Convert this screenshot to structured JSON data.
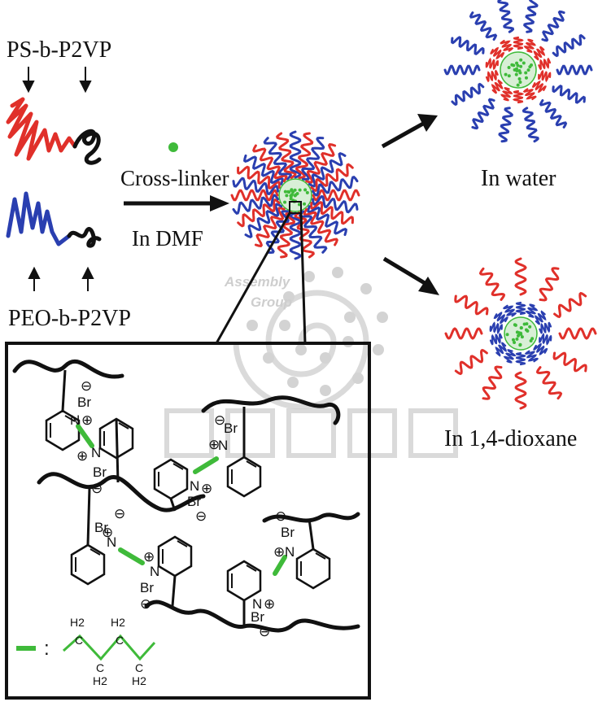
{
  "labels": {
    "ps_p2vp": "PS-b-P2VP",
    "peo_p2vp": "PEO-b-P2VP",
    "cross_linker": "Cross-linker",
    "in_dmf": "In DMF",
    "in_water": "In water",
    "in_dioxane": "In 1,4-dioxane"
  },
  "watermark": {
    "line1": "Assembly",
    "line2": "Group"
  },
  "chem": {
    "br": "Br",
    "n": "N",
    "plus": "⊕",
    "minus": "⊖",
    "h2": "H2",
    "colon": ":"
  },
  "colors": {
    "ps": "#e0302a",
    "peo": "#2a3fb0",
    "p2vp": "#111111",
    "crosslinker": "#3fba3a"
  }
}
